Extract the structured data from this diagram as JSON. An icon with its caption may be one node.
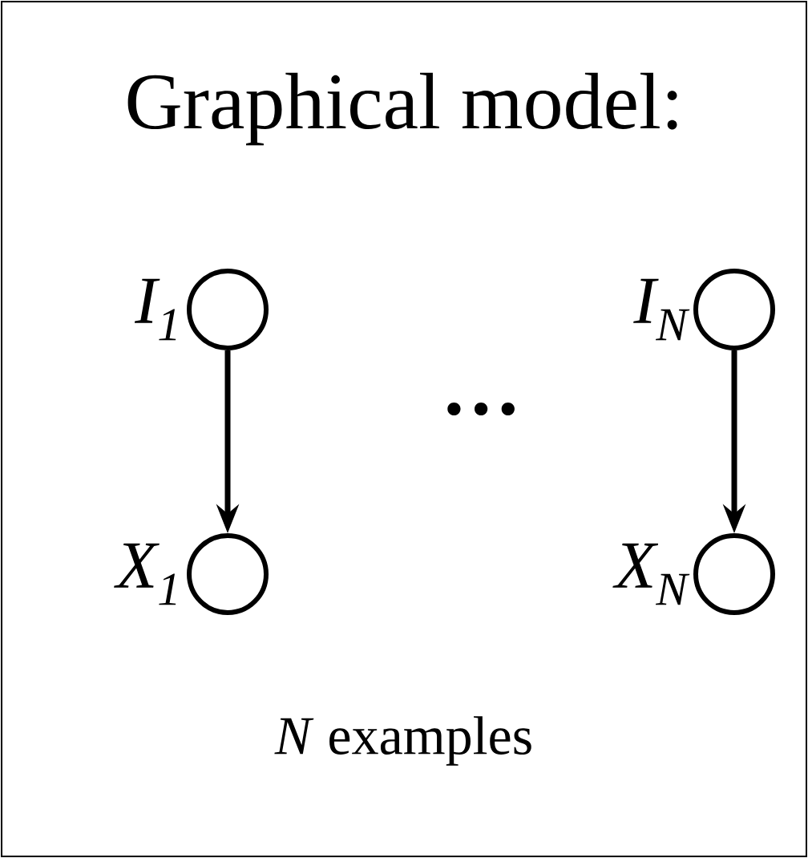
{
  "diagram": {
    "title": "Graphical model:",
    "nodes": [
      {
        "text": [],
        "shape": "circle",
        "beside": [
          "I$_{1}$"
        ]
      },
      {
        "text": [],
        "shape": "circle",
        "beside": [
          "I$_{N}$"
        ]
      },
      {
        "text": [],
        "shape": "circle",
        "beside": [
          "X$_{1}$"
        ]
      },
      {
        "text": [],
        "shape": "circle",
        "beside": [
          "X$_{N}$"
        ]
      }
    ],
    "edges": [
      {
        "from": 0,
        "to": 2,
        "arrow": "to"
      },
      {
        "from": 1,
        "to": 3,
        "arrow": "to"
      }
    ],
    "labels": [
      "…",
      "*N* examples"
    ]
  }
}
